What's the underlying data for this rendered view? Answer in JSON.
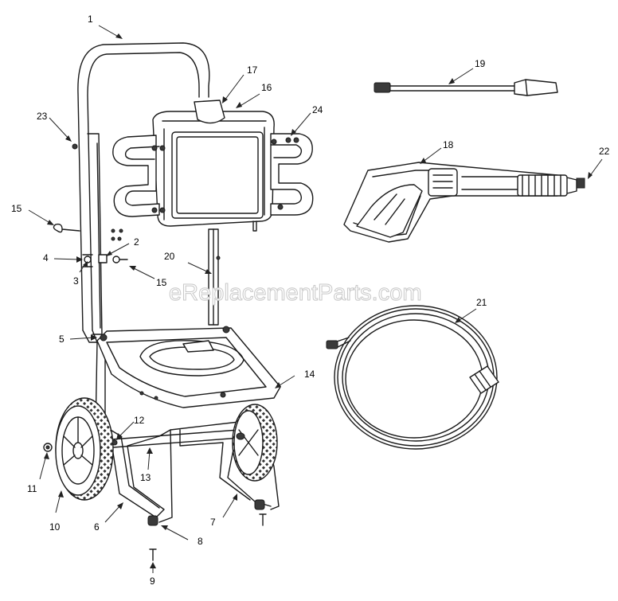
{
  "callouts": [
    {
      "label": "1"
    },
    {
      "label": "2"
    },
    {
      "label": "3"
    },
    {
      "label": "4"
    },
    {
      "label": "5"
    },
    {
      "label": "6"
    },
    {
      "label": "7"
    },
    {
      "label": "8"
    },
    {
      "label": "9"
    },
    {
      "label": "10"
    },
    {
      "label": "11"
    },
    {
      "label": "12"
    },
    {
      "label": "13"
    },
    {
      "label": "14"
    },
    {
      "label": "15"
    },
    {
      "label": "15"
    },
    {
      "label": "16"
    },
    {
      "label": "17"
    },
    {
      "label": "18"
    },
    {
      "label": "19"
    },
    {
      "label": "20"
    },
    {
      "label": "21"
    },
    {
      "label": "22"
    },
    {
      "label": "23"
    },
    {
      "label": "24"
    }
  ],
  "watermark": "eReplacementParts.com"
}
